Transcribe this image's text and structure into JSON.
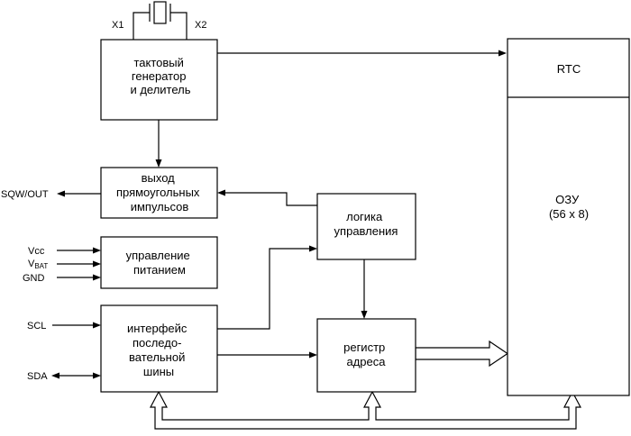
{
  "diagram": {
    "crystal_pins": {
      "x1": "X1",
      "x2": "X2"
    },
    "blocks": {
      "clock": [
        "тактовый",
        "генератор",
        "и делитель"
      ],
      "square_wave": [
        "выход",
        "прямоугольных",
        "импульсов"
      ],
      "power": [
        "управление",
        "питанием"
      ],
      "serial": [
        "интерфейс",
        "последо-",
        "вательной",
        "шины"
      ],
      "logic": [
        "логика",
        "управления"
      ],
      "address": [
        "регистр",
        "адреса"
      ],
      "rtc": [
        "RTC"
      ],
      "ram": [
        "ОЗУ",
        "(56 x 8)"
      ]
    },
    "pins": {
      "sqw_out": "SQW/OUT",
      "vcc": "Vcc",
      "vbat_main": "V",
      "vbat_sub": "BAT",
      "gnd": "GND",
      "scl": "SCL",
      "sda": "SDA"
    }
  }
}
